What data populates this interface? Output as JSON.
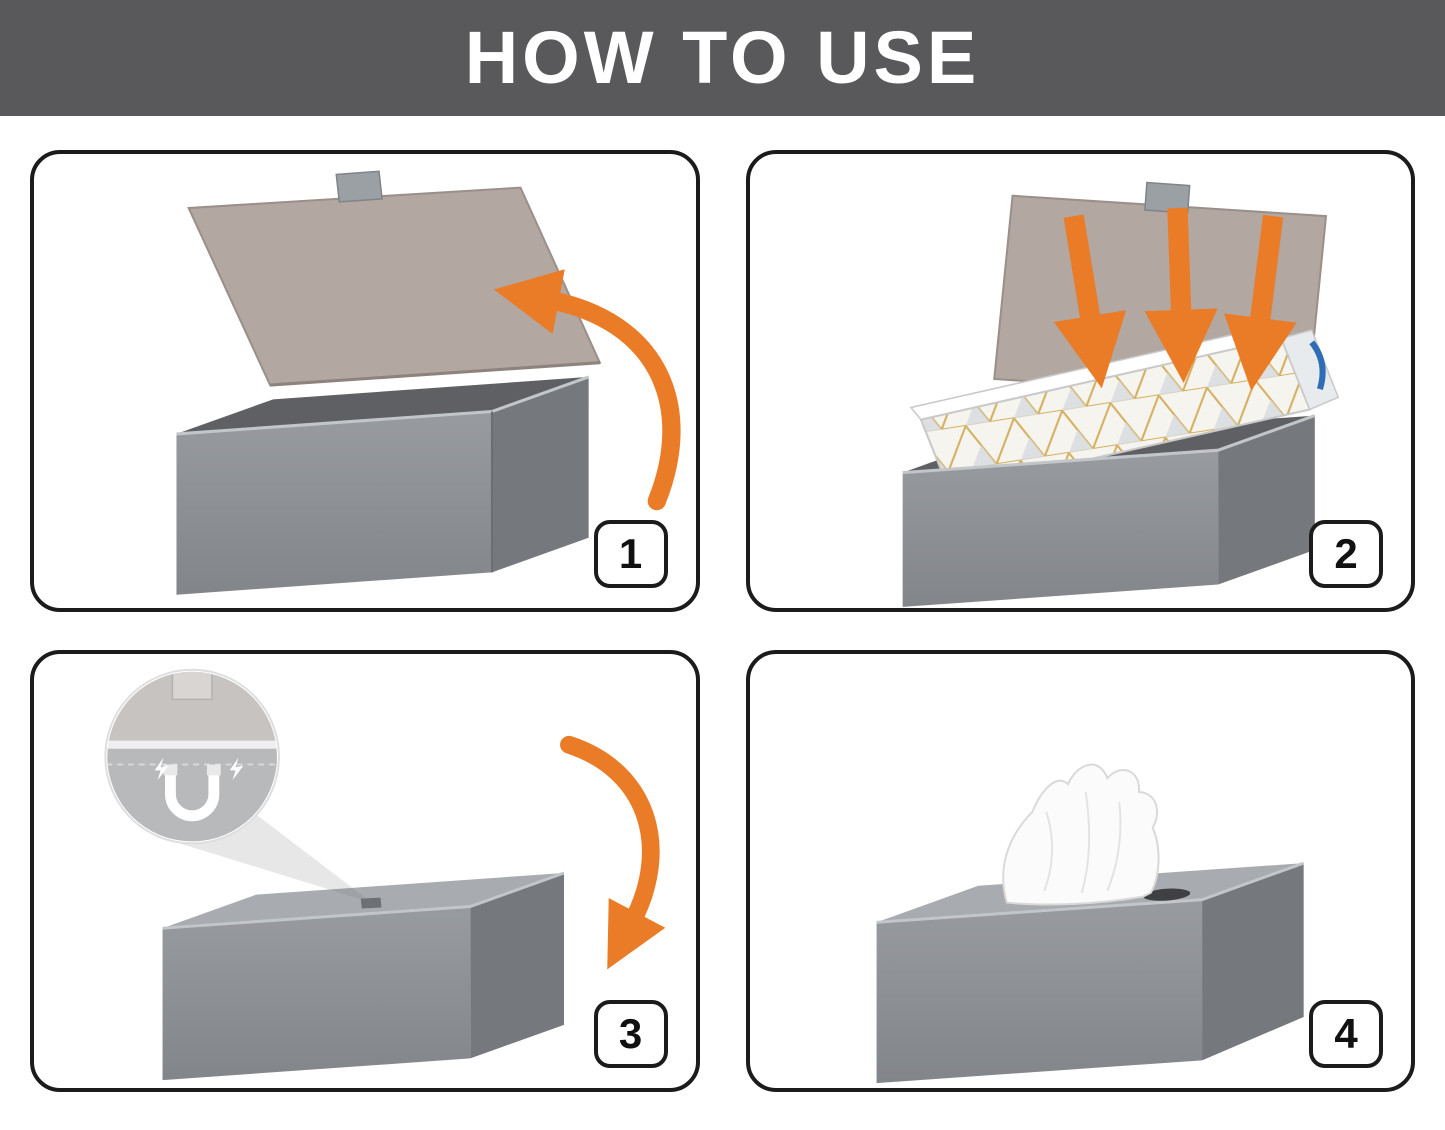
{
  "header": {
    "title": "HOW TO USE",
    "background_color": "#59595b",
    "text_color": "#ffffff"
  },
  "colors": {
    "accent_orange": "#EA7C28",
    "box_front_gray": "#8F9296",
    "box_side_gray": "#75787C",
    "box_top_gray": "#A8ABAF",
    "box_interior_gray": "#5E6063",
    "lid_inner_taupe": "#B3A7A1",
    "panel_border": "#1B1B1B",
    "tissue_pattern_gold": "#D4B05E"
  },
  "steps": [
    {
      "number": "1",
      "illustration": "open-magnetic-lid",
      "icons": [
        "curved-arrow-open-icon"
      ]
    },
    {
      "number": "2",
      "illustration": "insert-tissue-box",
      "icons": [
        "down-arrow-icon",
        "down-arrow-icon",
        "down-arrow-icon"
      ]
    },
    {
      "number": "3",
      "illustration": "close-lid-magnetic-seal",
      "icons": [
        "magnet-icon",
        "magnifier-inset",
        "curved-arrow-close-icon"
      ]
    },
    {
      "number": "4",
      "illustration": "pull-tissue-through-slot",
      "icons": [
        "tissue-puff"
      ]
    }
  ]
}
